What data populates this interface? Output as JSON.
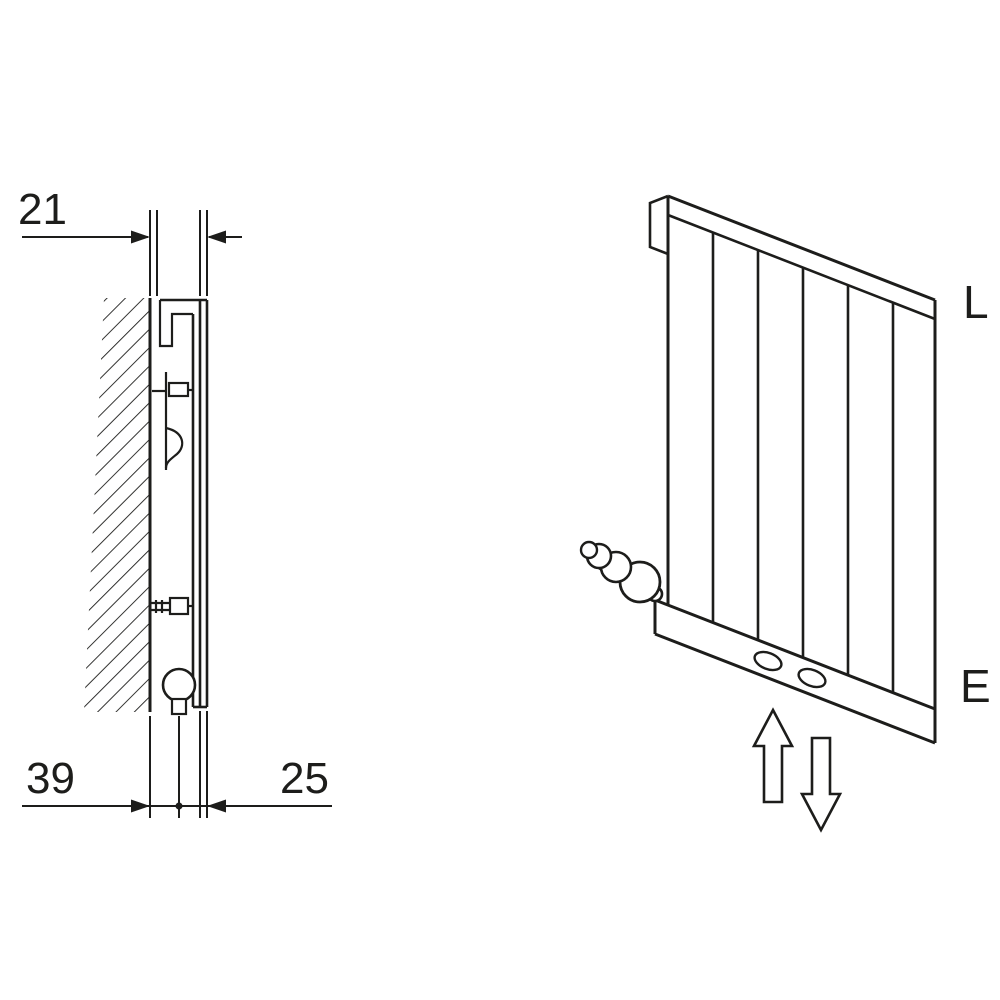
{
  "colors": {
    "background": "#ffffff",
    "line": "#1d1d1b"
  },
  "side_view": {
    "dim_top": "21",
    "dim_bottom_left": "39",
    "dim_bottom_right": "25"
  },
  "perspective_view": {
    "label_top_right": "L",
    "label_bottom_right": "E"
  }
}
